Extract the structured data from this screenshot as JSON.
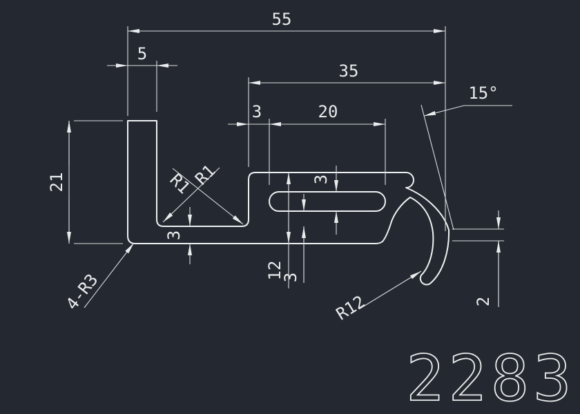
{
  "drawing": {
    "part_number": "2283",
    "colors": {
      "background": "#242931",
      "line": "#eef1f3"
    },
    "dimensions": {
      "total_width": "55",
      "leg_width": "5",
      "right_width": "35",
      "slot_offset": "3",
      "slot_length": "20",
      "draft_angle": "15°",
      "leg_height": "21",
      "fillet_a": "R1",
      "fillet_b": "R1",
      "base_thickness": "3",
      "slot_height": "3",
      "mid_height": "12",
      "bottom_wall": "3",
      "corner_fillets": "4-R3",
      "hook_radius": "R12",
      "lip_thickness": "2"
    }
  }
}
